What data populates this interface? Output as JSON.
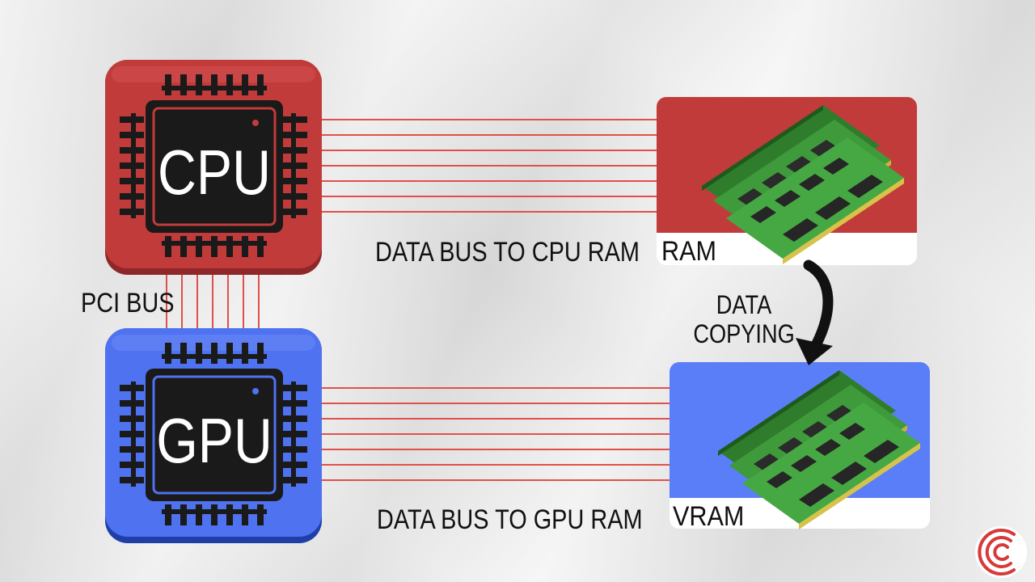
{
  "diagram": {
    "cpu_chip_label": "CPU",
    "gpu_chip_label": "GPU",
    "cpu_ram_bus_label": "DATA BUS TO CPU RAM",
    "gpu_ram_bus_label": "DATA BUS TO GPU RAM",
    "pci_bus_label": "PCI BUS",
    "ram_label": "RAM",
    "vram_label": "VRAM",
    "copy_label_line1": "DATA",
    "copy_label_line2": "COPYING"
  },
  "colors": {
    "cpu_red": "#c23b3b",
    "gpu_blue": "#4e72f0",
    "wire_red": "#e0504a",
    "chip_black": "#1a1a1a",
    "pcb_green": "#3e9a3a"
  },
  "icons": {
    "ram_module": "ram-module-icon",
    "vram_module": "ram-module-icon",
    "copy_arrow": "curved-arrow-down-icon",
    "brand_logo": "brand-logo-icon"
  }
}
